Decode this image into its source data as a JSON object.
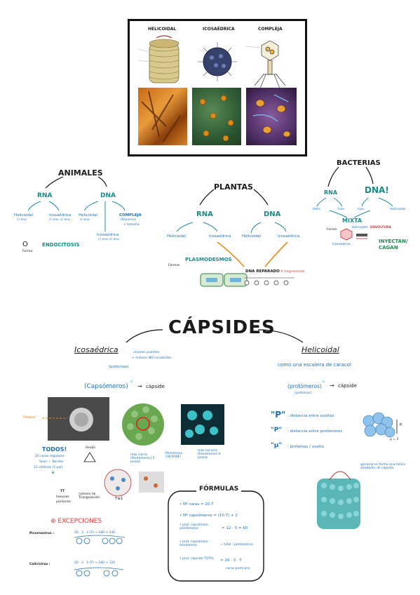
{
  "figure": {
    "headers": [
      "HELICOIDAL",
      "ICOSAÉDRICA",
      "COMPLEJA"
    ]
  },
  "animales": {
    "title": "ANIMALES",
    "rna": "RNA",
    "dna": "DNA",
    "rna_left": "Helicoidal",
    "rna_left_sub": "c/ env.",
    "rna_right": "Icosaédrica",
    "rna_right_sub": "c/ env. s/ env.",
    "dna_left": "Helicoidal",
    "dna_left_sub": "c/ env.",
    "dna_mid": "Icosaédrica",
    "dna_mid_sub": "c/ env. s/ env.",
    "dna_right": "COMPLEJA",
    "dna_right_paren": "(Poxvirus)",
    "dna_right_sub": "+ tamaño",
    "forma": "Forma",
    "forma_symbol": "O",
    "endocitosis": "ENDOCITOSIS"
  },
  "plantas": {
    "title": "PLANTAS",
    "rna": "RNA",
    "dna": "DNA",
    "rna_left": "Helicoidal",
    "rna_right": "Icosaédrica",
    "dna_left": "Helicoidal",
    "dna_right": "Icosaédrica",
    "formas": "Formas",
    "plasmodesmos": "PLASMODESMOS",
    "dna_repair": "DNA REPARADO",
    "dna_repair_note": "# fragmentado"
  },
  "bacterias": {
    "title": "BACTERIAS",
    "rna": "RNA",
    "dna": "DNA!",
    "rna_left": "Helic.",
    "rna_right": "Icos.",
    "dna_left": "Icos.",
    "dna_right": "Helicoidal",
    "mixta": "MIXTA",
    "forma": "Forma",
    "helicoidal": "Helicoidal",
    "icosaedrica": "Icosaedrica",
    "envoltura": "ENVOLTURA",
    "inyectan": "INYECTAN/ CAGAN"
  },
  "capsides": {
    "title": "CÁPSIDES"
  },
  "icosaedrica": {
    "title": "Icosaédrica",
    "union1": "uniones puentes",
    "union2": "+ enlaces NO covalentes",
    "policinas": "(policinas)",
    "capsomeros": "(Capsómeros)",
    "capsomeros_exp": "n",
    "arrow_text": "cápside",
    "pointer_label": "\"Pelotas\"",
    "todos": "TODOS!",
    "todos_l1": "20 caras regulares",
    "todos_l2": "Sean — Bordes",
    "todos_l3": "12 vértices (5 pol)",
    "todos_n": "6",
    "hexon_label": "Hexón",
    "tt_label": "TT",
    "tt_l1": "hexones",
    "tt_l2": "pentones",
    "tnote": "número de Triangulación",
    "tvalue": "T≥1",
    "photo_lab1": "más claros (Pentámeros) 5 piezas",
    "photo_lab2": "más oscuros (hexámeros) 6 piezas",
    "photo_lab3": "Pentámero (HEXONE)",
    "excepciones": "EXCEPCIONES",
    "ex1_name": "Picornavirus :",
    "ex1_formula": "20 · 3 · 3 (T) → 180 + 240",
    "ex2_name": "Calicivirus :",
    "ex2_formula": "20 · 3 · 3 (T) → 180 + 120"
  },
  "formulas": {
    "title": "FÓRMULAS",
    "f1": "• Nº caras = 20·T",
    "f2": "• Nº capsómeros = (10·T) + 2",
    "f3_lab": "• prot. capsómero pentámeros",
    "f3_val": "= 12 · 5 = 60",
    "f4_lab": "• prot. capsómero hexámeros",
    "f4_val": "= total - pentámeros",
    "f5_lab": "• prot. cápside TOTAL",
    "f5_val": "= 20 · 3 · T",
    "f5_sub": "caras  prot/cara"
  },
  "helicoidal": {
    "title": "Helicoidal",
    "subtitle": "como una escalera de caracol",
    "protomeros": "(protómeros)",
    "protomeros_exp": "n",
    "arrow_text": "cápside",
    "proteinas": "(proteínas)",
    "p1_sym": "\"P\"",
    "p1_txt": ": distancia entre vueltas",
    "p2_sym": "\"P\"",
    "p2_txt": ": distancia entre protómeros",
    "p3_sym": "\"μ\"",
    "p3_txt": ": proteínas / vuelta",
    "diag_p": "P",
    "diag_mu": "μ = 3",
    "genoma_note": "genoma se forma una hélice alrededor de cápside"
  }
}
